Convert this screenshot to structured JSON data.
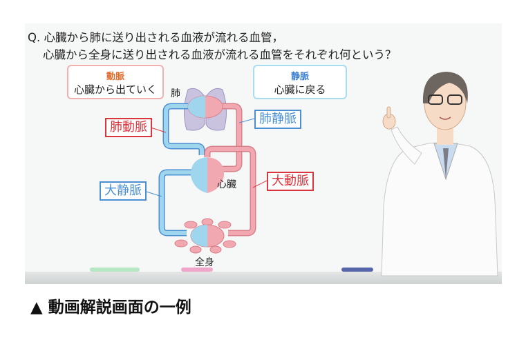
{
  "question": {
    "line1": "Q.  心臓から肺に送り出される血液が流れる血管，",
    "line2": "心臓から全身に送り出される血液が流れる血管をそれぞれ何という？"
  },
  "legend": {
    "artery": {
      "title": "動脈",
      "desc": "心臓から出ていく"
    },
    "vein": {
      "title": "静脈",
      "desc": "心臓に戻る"
    }
  },
  "diagram": {
    "lungs": "肺",
    "heart": "心臓",
    "body": "全身",
    "pulmonary_artery": "肺動脈",
    "pulmonary_vein": "肺静脈",
    "aorta": "大動脈",
    "vena_cava": "大静脈"
  },
  "caption": "▲ 動画解説画面の一例",
  "colors": {
    "artery": "#d9363e",
    "vein": "#4a8fd4",
    "artery_fill": "#f2a8b0",
    "vein_fill": "#9fd6ee"
  }
}
